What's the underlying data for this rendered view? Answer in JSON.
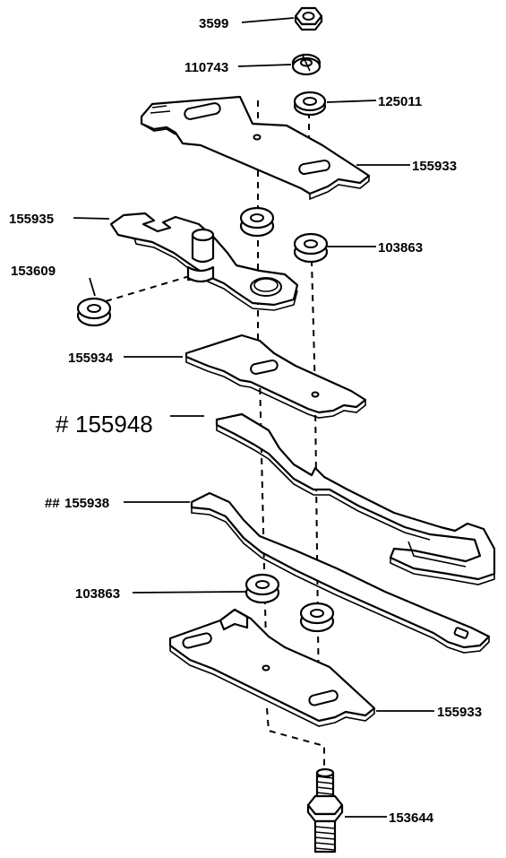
{
  "labels": {
    "nut": "3599",
    "lock_washer": "110743",
    "washer_top": "125011",
    "plate_top": "155933",
    "lever_arm": "155935",
    "spacer_upper": "103863",
    "small_washer": "153609",
    "plate_middle": "155934",
    "spring_upper": "155948",
    "spring_upper_mark": "#",
    "spring_lower": "155938",
    "spring_lower_mark": "##",
    "spacer_lower": "103863",
    "plate_bottom": "155933",
    "stud": "153644"
  }
}
